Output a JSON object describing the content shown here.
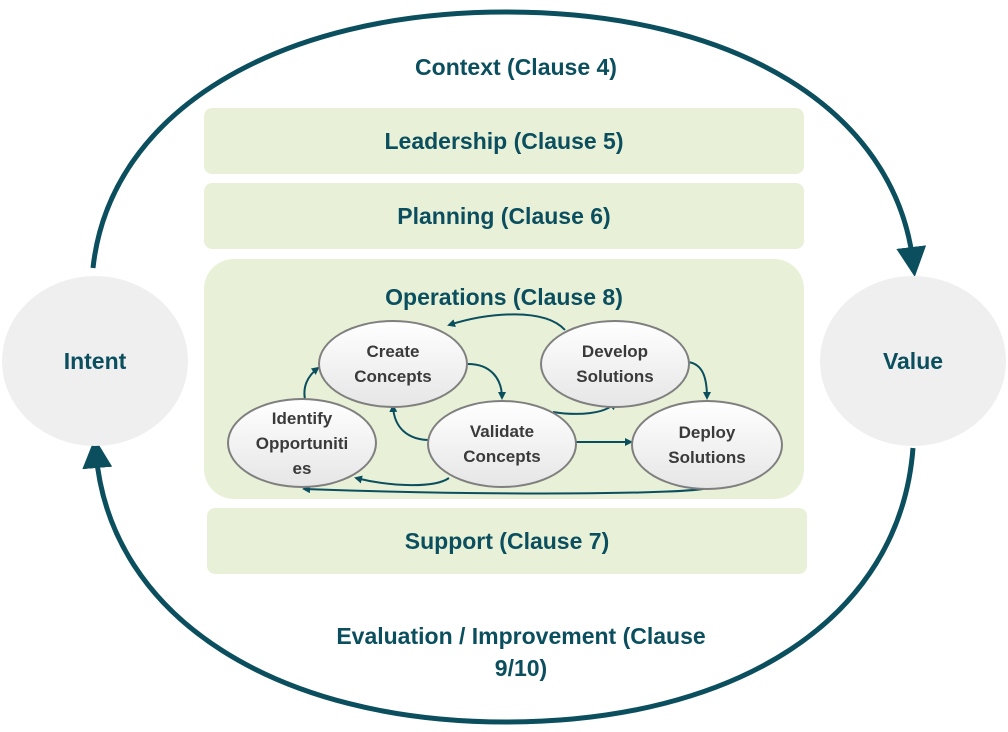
{
  "colors": {
    "accent": "#0b4f5f",
    "band_fill": "#e8f1d8",
    "outer_circle_fill": "#efefef",
    "node_border": "#7f7f7f",
    "node_text": "#3a3a3a"
  },
  "outer": {
    "top_label": "Context (Clause 4)",
    "bottom_label_line1": "Evaluation / Improvement (Clause",
    "bottom_label_line2": "9/10)"
  },
  "side_circles": {
    "left": "Intent",
    "right": "Value"
  },
  "bands": {
    "leadership": "Leadership (Clause 5)",
    "planning": "Planning (Clause 6)",
    "operations": "Operations (Clause 8)",
    "support": "Support (Clause 7)"
  },
  "nodes": {
    "create_line1": "Create",
    "create_line2": "Concepts",
    "develop_line1": "Develop",
    "develop_line2": "Solutions",
    "identify_line1": "Identify",
    "identify_line2": "Opportuniti",
    "identify_line3": "es",
    "validate_line1": "Validate",
    "validate_line2": "Concepts",
    "deploy_line1": "Deploy",
    "deploy_line2": "Solutions"
  }
}
